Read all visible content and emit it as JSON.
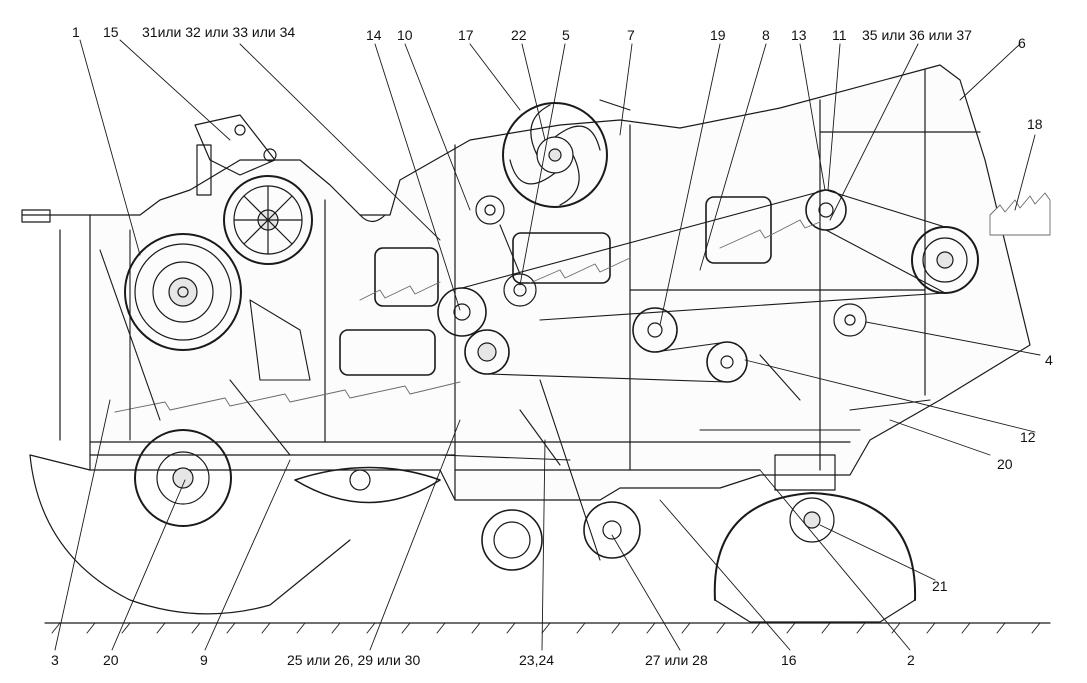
{
  "colors": {
    "line": "#1a1a1a",
    "hatch": "#6b6b6b",
    "fill_light": "#f2f2f2",
    "background": "#ffffff"
  },
  "callouts": {
    "c1": "1",
    "c15": "15",
    "c31_34": "31или 32 или 33 или 34",
    "c14": "14",
    "c10": "10",
    "c17": "17",
    "c22": "22",
    "c5": "5",
    "c7": "7",
    "c19": "19",
    "c8": "8",
    "c13": "13",
    "c11": "11",
    "c35_37": "35 или 36 или 37",
    "c6": "6",
    "c18": "18",
    "c4": "4",
    "c12": "12",
    "c20_right": "20",
    "c21": "21",
    "c3": "3",
    "c20_left": "20",
    "c9": "9",
    "c25_30": "25 или 26,  29 или  30",
    "c23_24": "23,24",
    "c27_28": "27 или 28",
    "c16": "16",
    "c2": "2"
  }
}
